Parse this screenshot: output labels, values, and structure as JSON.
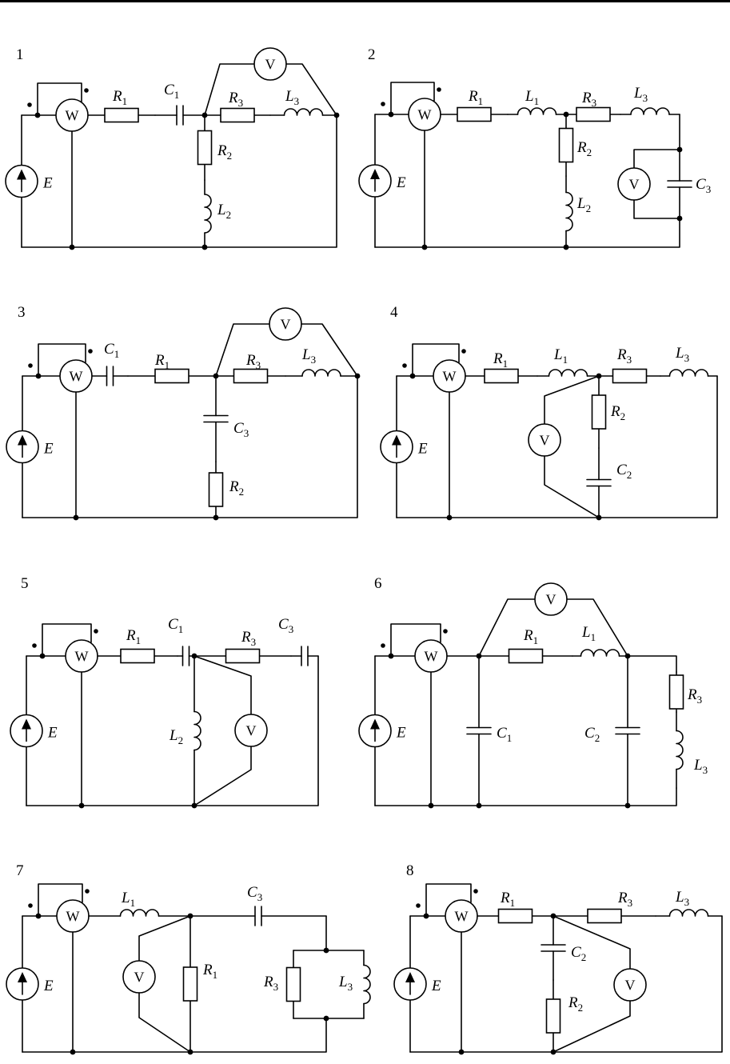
{
  "labels": {
    "E": "E",
    "R1": "R",
    "R1s": "1",
    "R2": "R",
    "R2s": "2",
    "R3": "R",
    "R3s": "3",
    "L1": "L",
    "L1s": "1",
    "L2": "L",
    "L2s": "2",
    "L3": "L",
    "L3s": "3",
    "C1": "C",
    "C1s": "1",
    "C2": "C",
    "C2s": "2",
    "C3": "C",
    "C3s": "3",
    "wattmeter": "W",
    "voltmeter": "V"
  },
  "circuits": [
    {
      "number": "1"
    },
    {
      "number": "2"
    },
    {
      "number": "3"
    },
    {
      "number": "4"
    },
    {
      "number": "5"
    },
    {
      "number": "6"
    },
    {
      "number": "7"
    },
    {
      "number": "8"
    }
  ]
}
